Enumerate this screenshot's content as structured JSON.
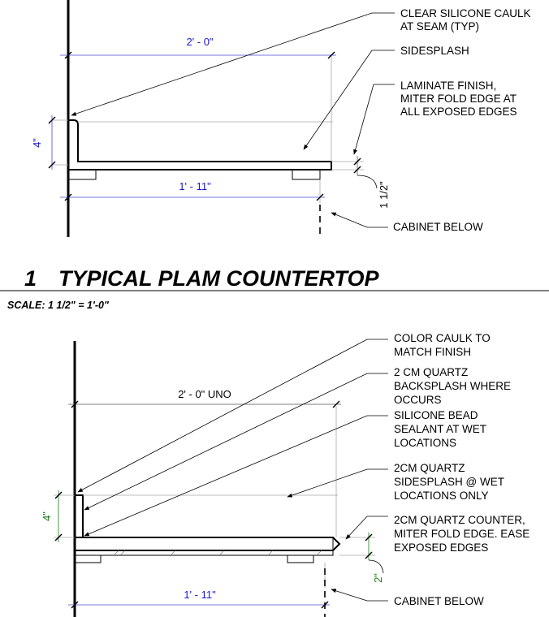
{
  "detail1": {
    "notes": {
      "caulk": [
        "CLEAR SILICONE CAULK",
        "AT SEAM (TYP)"
      ],
      "sidesplash": [
        "SIDESPLASH"
      ],
      "laminate": [
        "LAMINATE FINISH,",
        "MITER FOLD EDGE AT",
        "ALL EXPOSED EDGES"
      ],
      "cabinet": [
        "CABINET BELOW"
      ]
    },
    "dims": {
      "overall_width": "2' - 0\"",
      "cabinet_width": "1' - 11\"",
      "splash_height": "4\"",
      "thickness": "1 1/2\""
    },
    "title_number": "1",
    "title": "TYPICAL PLAM COUNTERTOP",
    "scale": "SCALE:  1 1/2\" = 1'-0\""
  },
  "detail2": {
    "notes": {
      "caulk": [
        "COLOR CAULK TO",
        "MATCH FINISH"
      ],
      "backsplash": [
        "2 CM QUARTZ",
        "BACKSPLASH WHERE",
        "OCCURS"
      ],
      "silicone": [
        "SILICONE BEAD",
        "SEALANT AT WET",
        "LOCATIONS"
      ],
      "sidesplash": [
        "2CM QUARTZ",
        "SIDESPLASH @ WET",
        "LOCATIONS ONLY"
      ],
      "counter": [
        "2CM QUARTZ COUNTER,",
        "MITER FOLD EDGE. EASE",
        "EXPOSED EDGES"
      ],
      "cabinet": [
        "CABINET BELOW"
      ]
    },
    "dims": {
      "overall_width": "2' - 0\" UNO",
      "cabinet_width": "1' - 11\"",
      "splash_height": "4\"",
      "thickness": "2\""
    }
  }
}
